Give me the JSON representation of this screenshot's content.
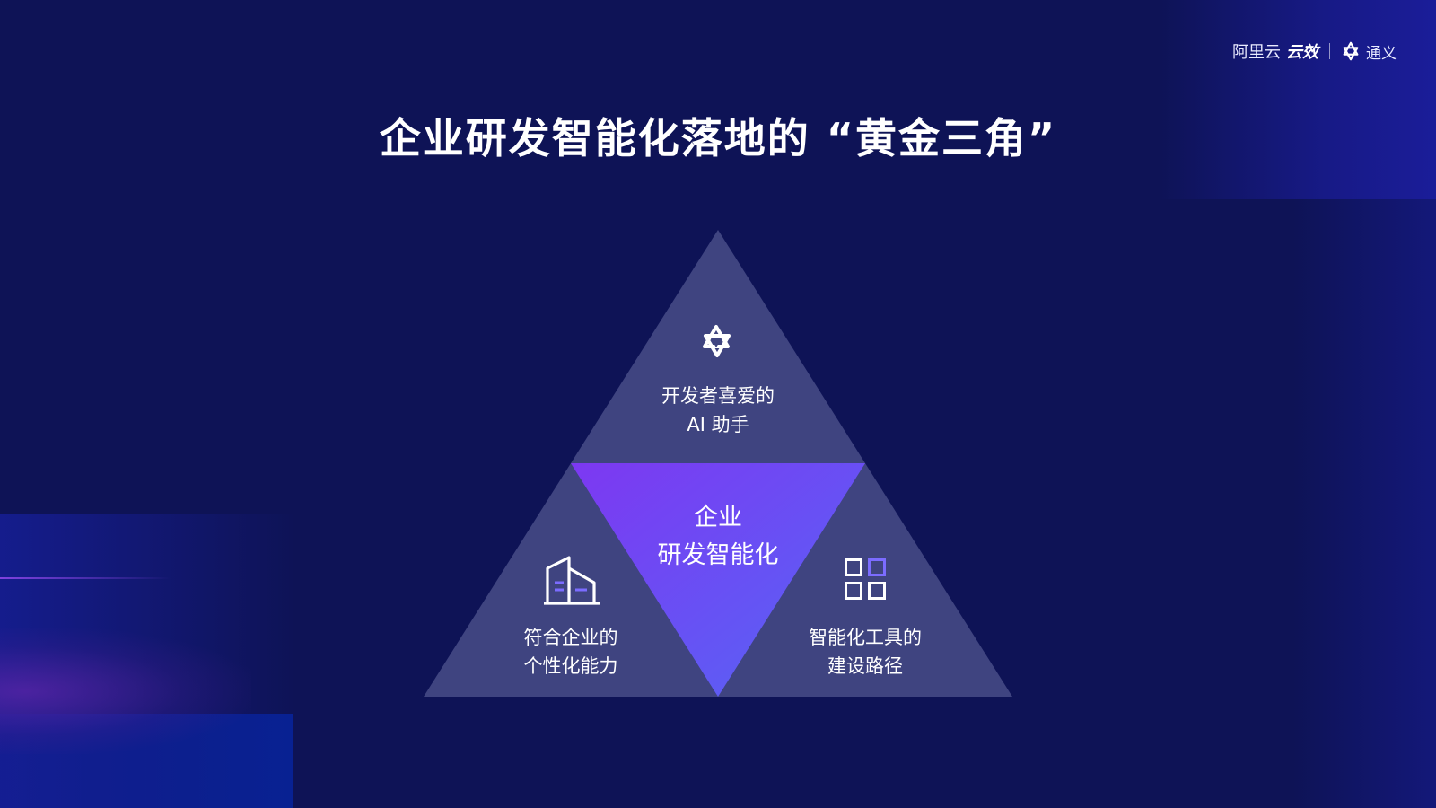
{
  "brand": {
    "aliyun": "阿里云",
    "yunxiao": "云效",
    "tongyi": "通义"
  },
  "title": "企业研发智能化落地的 “黄金三角”",
  "triangle": {
    "top": {
      "icon": "tongyi-logo-icon",
      "line1": "开发者喜爱的",
      "line2": "AI 助手"
    },
    "center": {
      "line1": "企业",
      "line2": "研发智能化"
    },
    "left": {
      "icon": "building-icon",
      "line1": "符合企业的",
      "line2": "个性化能力"
    },
    "right": {
      "icon": "grid-apps-icon",
      "line1": "智能化工具的",
      "line2": "建设路径"
    }
  },
  "colors": {
    "background": "#0e1356",
    "outer_triangle": "#3f4480",
    "center_gradient_start": "#7b3df0",
    "center_gradient_end": "#5b5ef5",
    "accent": "#7b6cff"
  }
}
